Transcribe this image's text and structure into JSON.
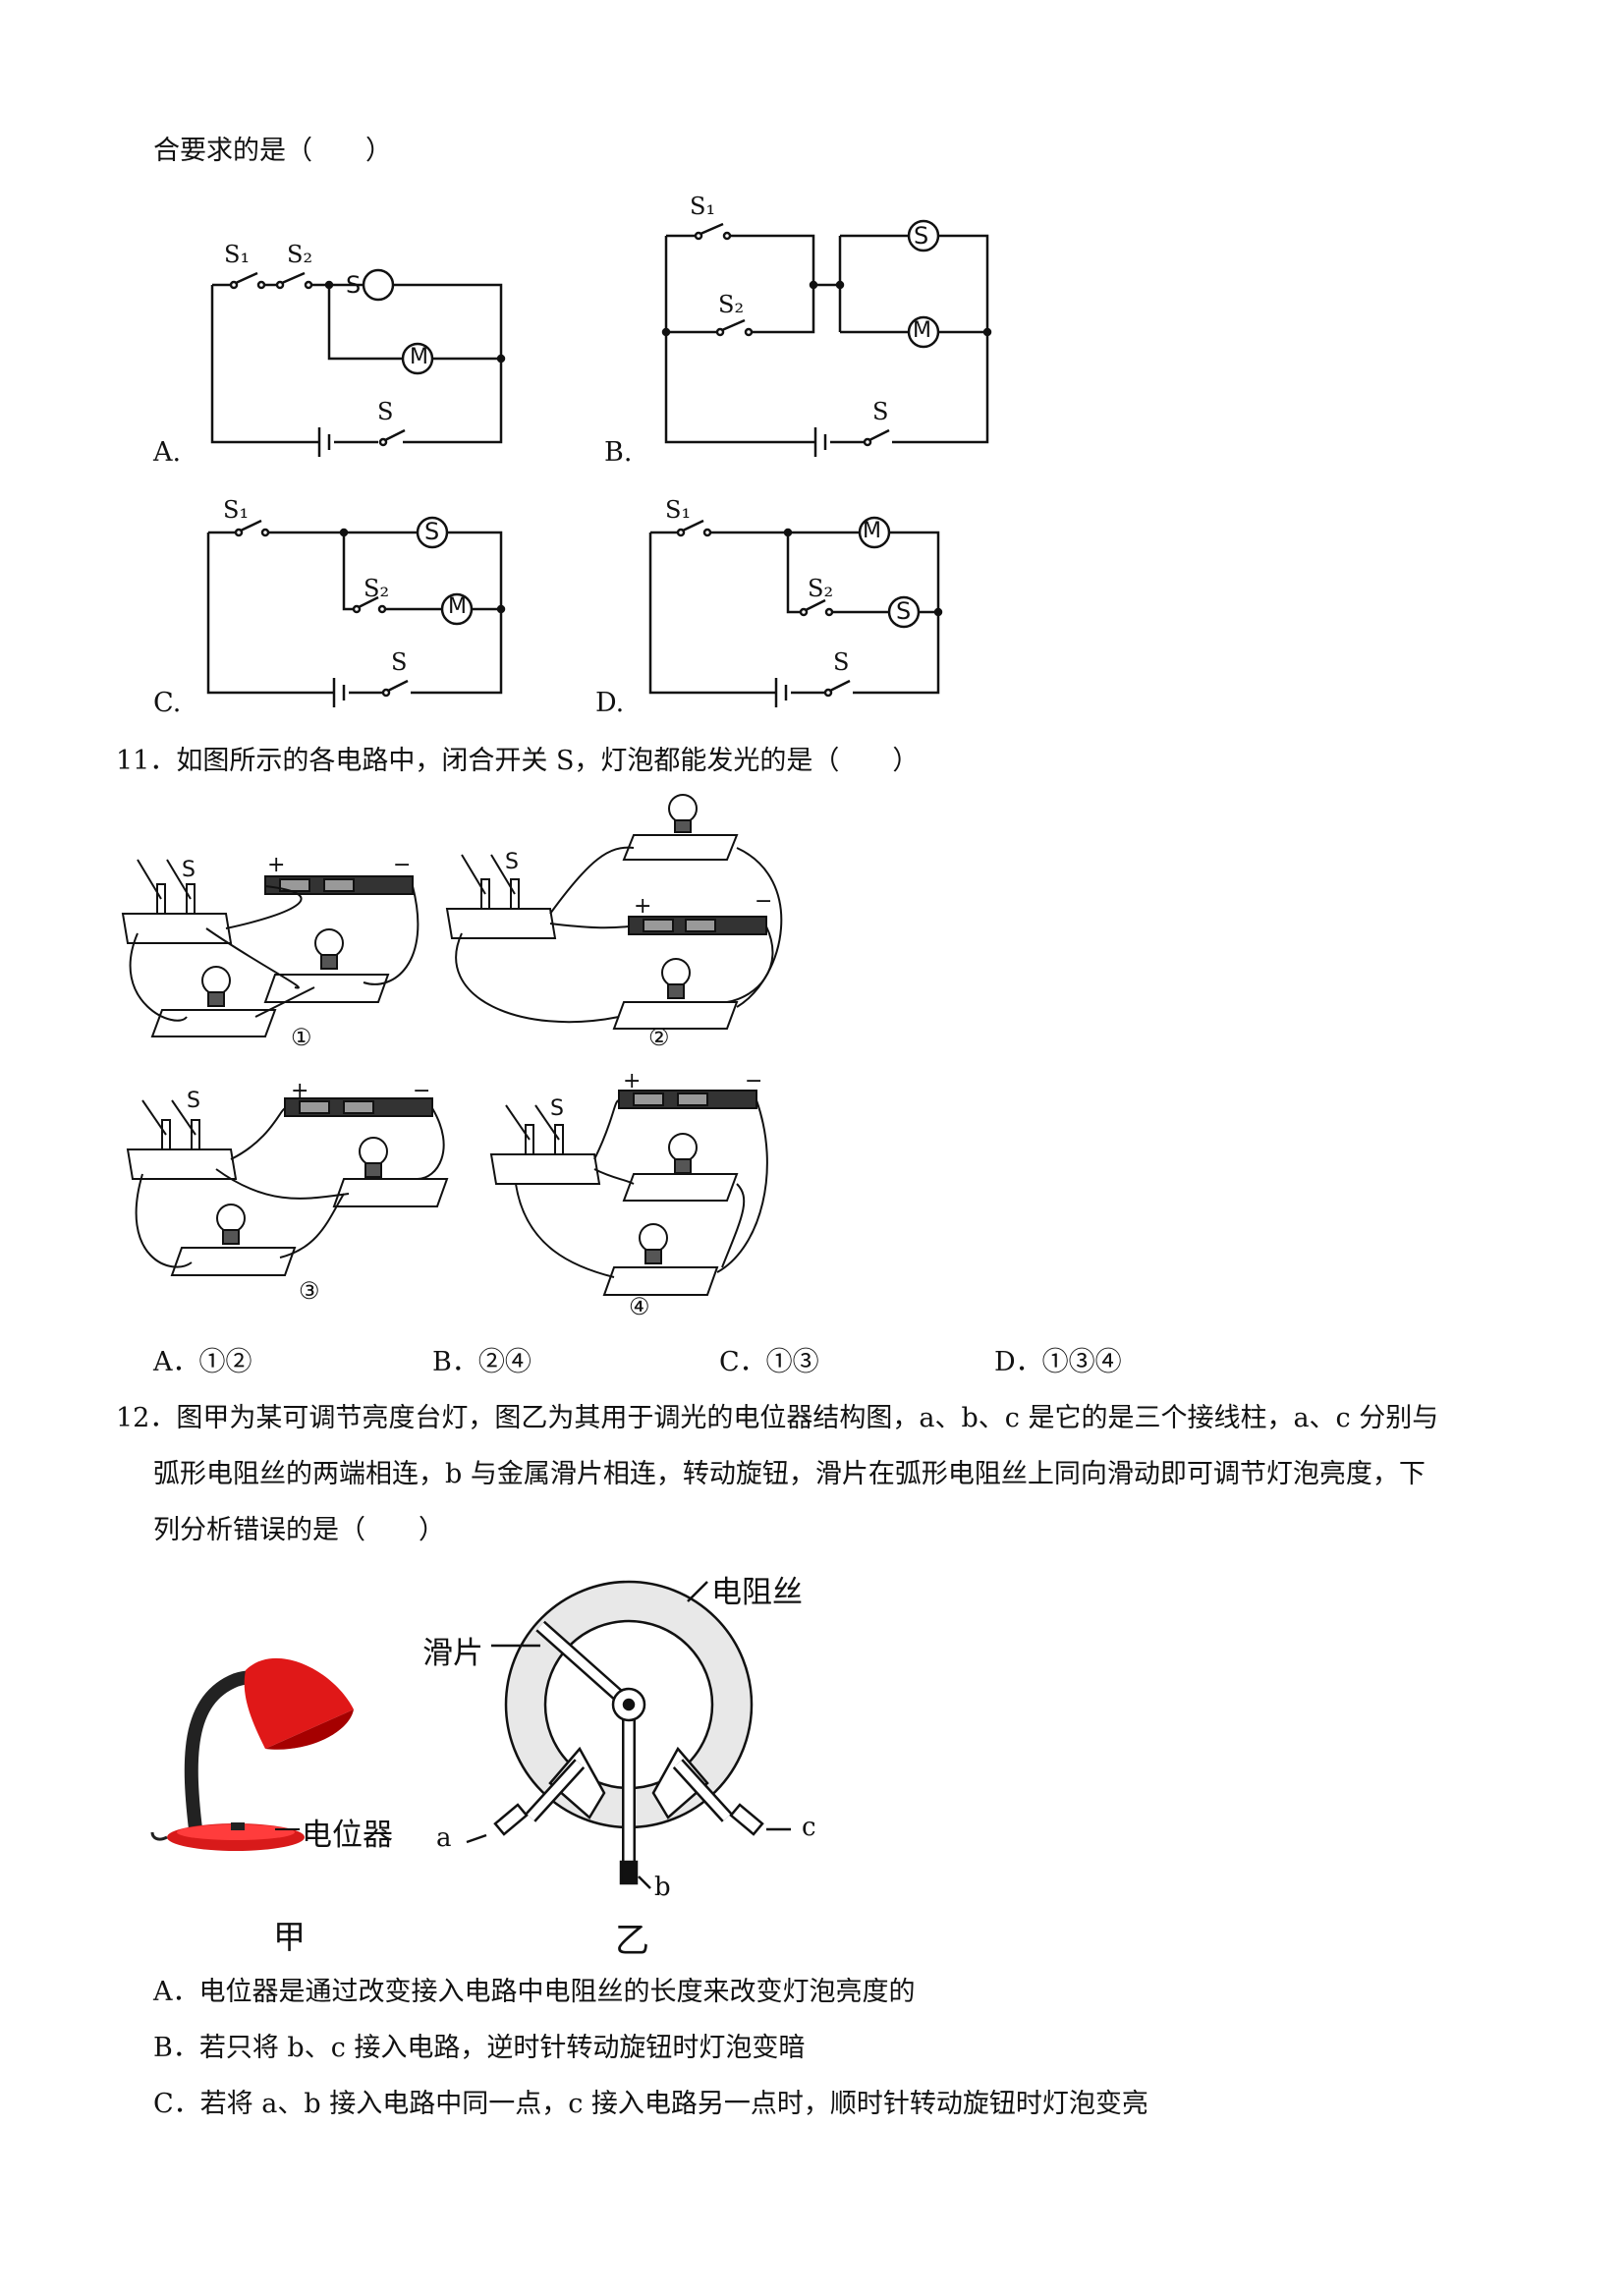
{
  "q10_tail": "合要求的是（　　）",
  "q10_circuits": [
    {
      "label": "A.",
      "s1": "S₁",
      "s2": "S₂",
      "s": "S",
      "fan": "S",
      "motor": "M"
    },
    {
      "label": "B.",
      "s1": "S₁",
      "s2": "S₂",
      "s": "S",
      "fan": "S",
      "motor": "M"
    },
    {
      "label": "C.",
      "s1": "S₁",
      "s2": "S₂",
      "s": "S",
      "fan": "S",
      "motor": "M"
    },
    {
      "label": "D.",
      "s1": "S₁",
      "s2": "S₂",
      "s": "S",
      "fan": "S",
      "motor": "M"
    }
  ],
  "q11": {
    "stem": "11．如图所示的各电路中，闭合开关 S，灯泡都能发光的是（　　）",
    "figure_labels": [
      "①",
      "②",
      "③",
      "④"
    ],
    "switch_label": "S",
    "plus": "+",
    "minus": "−",
    "options": [
      {
        "letter": "A．",
        "text": "①②"
      },
      {
        "letter": "B．",
        "text": "②④"
      },
      {
        "letter": "C．",
        "text": "①③"
      },
      {
        "letter": "D．",
        "text": "①③④"
      }
    ]
  },
  "q12": {
    "stem_line1": "12．图甲为某可调节亮度台灯，图乙为其用于调光的电位器结构图，a、b、c 是它的是三个接线柱，a、c 分别与",
    "stem_line2": "弧形电阻丝的两端相连，b 与金属滑片相连，转动旋钮，滑片在弧形电阻丝上同向滑动即可调节灯泡亮度，下",
    "stem_line3": "列分析错误的是（　　）",
    "fig_jia_label": "甲",
    "fig_yi_label": "乙",
    "potentiometer_label": "电位器",
    "resistance_wire_label": "电阻丝",
    "slider_label": "滑片",
    "terminal_a": "a",
    "terminal_b": "b",
    "terminal_c": "c",
    "options": [
      "A．电位器是通过改变接入电路中电阻丝的长度来改变灯泡亮度的",
      "B．若只将 b、c 接入电路，逆时针转动旋钮时灯泡变暗",
      "C．若将 a、b 接入电路中同一点，c 接入电路另一点时，顺时针转动旋钮时灯泡变亮"
    ]
  }
}
